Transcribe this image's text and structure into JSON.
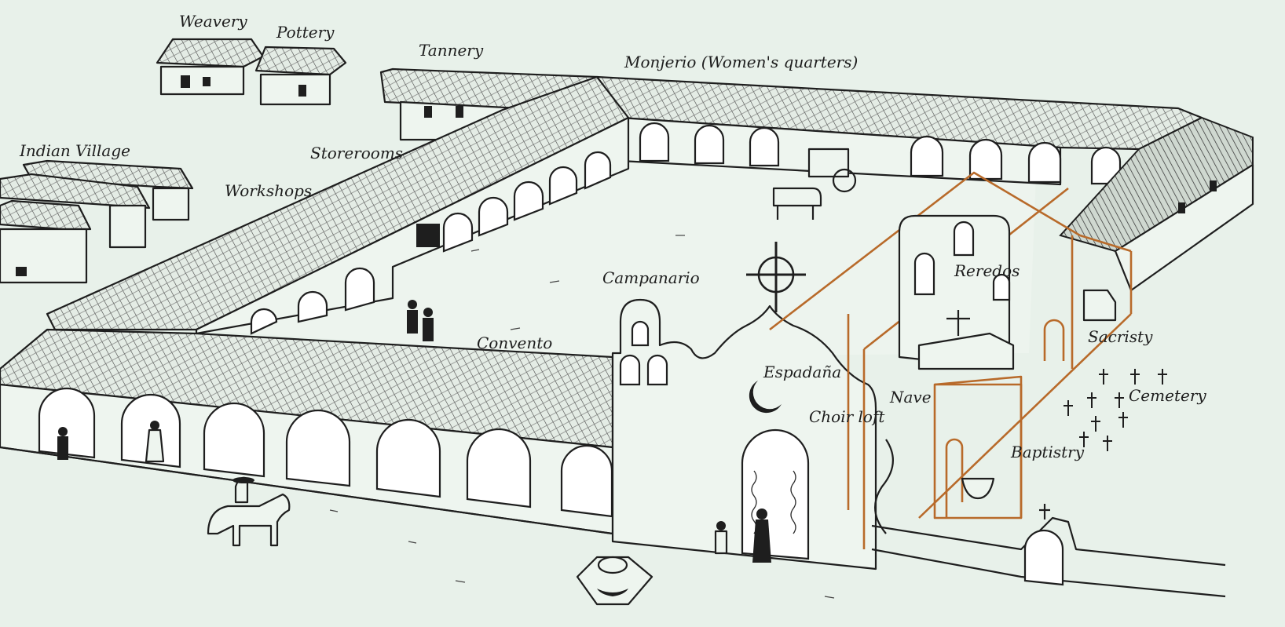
{
  "labels": {
    "weavery": "Weavery",
    "pottery": "Pottery",
    "tannery": "Tannery",
    "monjerio": "Monjerio (Women's quarters)",
    "indian_village": "Indian Village",
    "storerooms": "Storerooms",
    "workshops": "Workshops",
    "campanario": "Campanario",
    "reredos": "Reredos",
    "convento": "Convento",
    "sacristy": "Sacristy",
    "espadana": "Espadaña",
    "nave": "Nave",
    "cemetery": "Cemetery",
    "choir_loft": "Choir loft",
    "baptistry": "Baptistry"
  },
  "colors": {
    "background": "#e8f1ea",
    "ink": "#1e1e1e",
    "church_cutaway": "#b86a2a"
  },
  "icons": [
    "cross-icon",
    "crescent-icon",
    "bell-icon",
    "grave-cross-icon",
    "fountain-icon",
    "horse-rider-icon",
    "ox-cart-icon"
  ]
}
